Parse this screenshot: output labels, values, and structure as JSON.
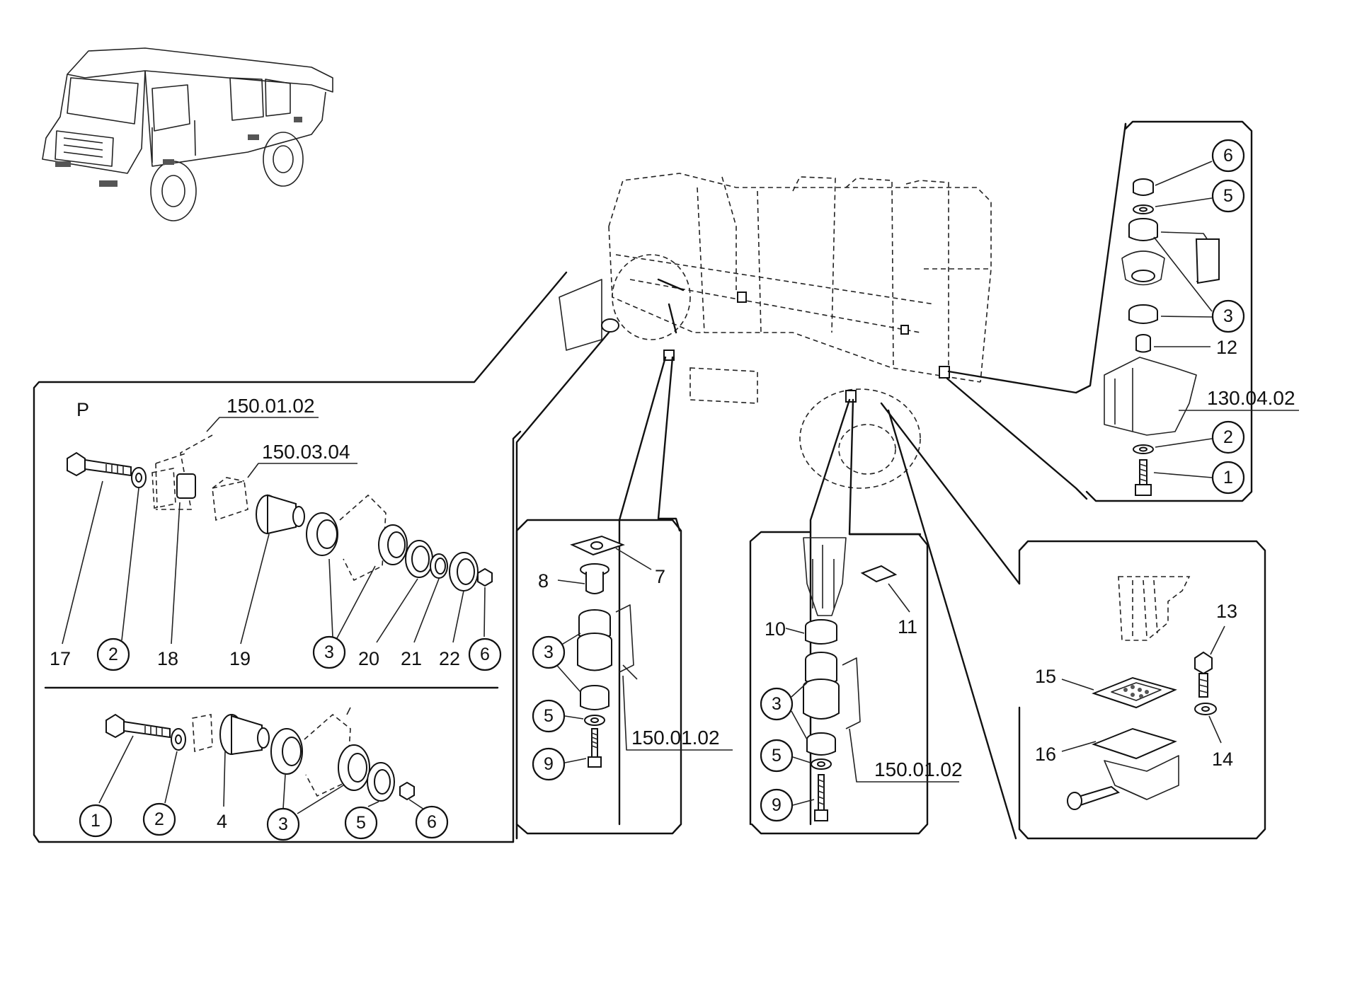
{
  "sections": {
    "P": "P"
  },
  "refs": {
    "r1": "150.01.02",
    "r2": "150.03.04",
    "r3": "130.04.02",
    "r4": "150.01.02",
    "r5": "150.01.02"
  },
  "labels": {
    "p17": "17",
    "p2a": "2",
    "p18": "18",
    "p19": "19",
    "p3a": "3",
    "p20": "20",
    "p21": "21",
    "p22": "22",
    "p6a": "6",
    "p1b": "1",
    "p2b": "2",
    "p4b": "4",
    "p3b": "3",
    "p5b": "5",
    "p6b": "6",
    "m8": "8",
    "m7": "7",
    "m3": "3",
    "m5": "5",
    "m9": "9",
    "n10": "10",
    "n11": "11",
    "n3": "3",
    "n5": "5",
    "n9": "9",
    "k13": "13",
    "k15": "15",
    "k16": "16",
    "k14": "14",
    "t6": "6",
    "t5": "5",
    "t3": "3",
    "t12": "12",
    "t2": "2",
    "t1": "1"
  }
}
